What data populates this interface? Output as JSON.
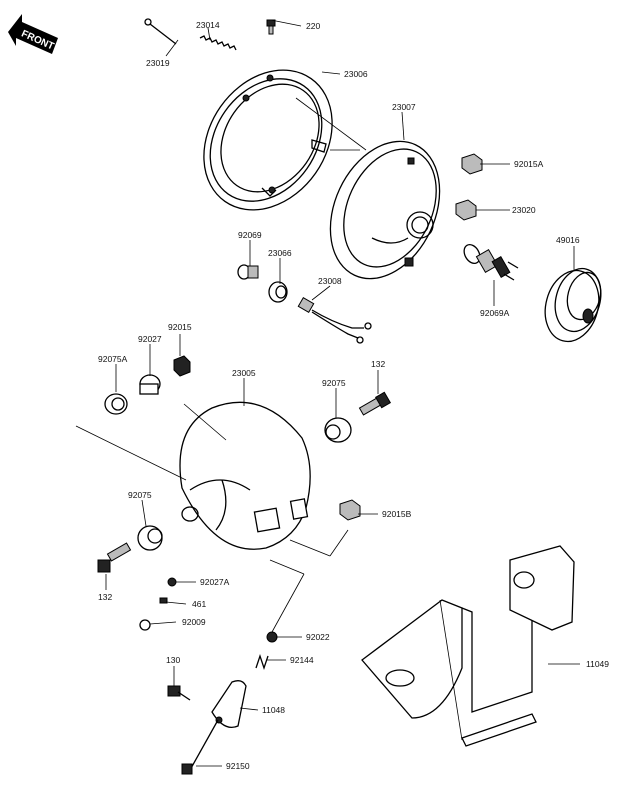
{
  "front_label": "FRONT",
  "callouts": [
    {
      "id": "c23019",
      "text": "23019"
    },
    {
      "id": "c23014",
      "text": "23014"
    },
    {
      "id": "c220",
      "text": "220"
    },
    {
      "id": "c23006",
      "text": "23006"
    },
    {
      "id": "c23007",
      "text": "23007"
    },
    {
      "id": "c92015A",
      "text": "92015A"
    },
    {
      "id": "c23020",
      "text": "23020"
    },
    {
      "id": "c49016",
      "text": "49016"
    },
    {
      "id": "c92069",
      "text": "92069"
    },
    {
      "id": "c23066",
      "text": "23066"
    },
    {
      "id": "c23008",
      "text": "23008"
    },
    {
      "id": "c92069A",
      "text": "92069A"
    },
    {
      "id": "c92015",
      "text": "92015"
    },
    {
      "id": "c92027",
      "text": "92027"
    },
    {
      "id": "c92075A",
      "text": "92075A"
    },
    {
      "id": "c132a",
      "text": "132"
    },
    {
      "id": "c23005",
      "text": "23005"
    },
    {
      "id": "c92075a",
      "text": "92075"
    },
    {
      "id": "c92075b",
      "text": "92075"
    },
    {
      "id": "c92015B",
      "text": "92015B"
    },
    {
      "id": "c132b",
      "text": "132"
    },
    {
      "id": "c92027A",
      "text": "92027A"
    },
    {
      "id": "c461",
      "text": "461"
    },
    {
      "id": "c92009",
      "text": "92009"
    },
    {
      "id": "c92022",
      "text": "92022"
    },
    {
      "id": "c130",
      "text": "130"
    },
    {
      "id": "c92144",
      "text": "92144"
    },
    {
      "id": "c11048",
      "text": "11048"
    },
    {
      "id": "c11049",
      "text": "11049"
    },
    {
      "id": "c92150",
      "text": "92150"
    }
  ]
}
